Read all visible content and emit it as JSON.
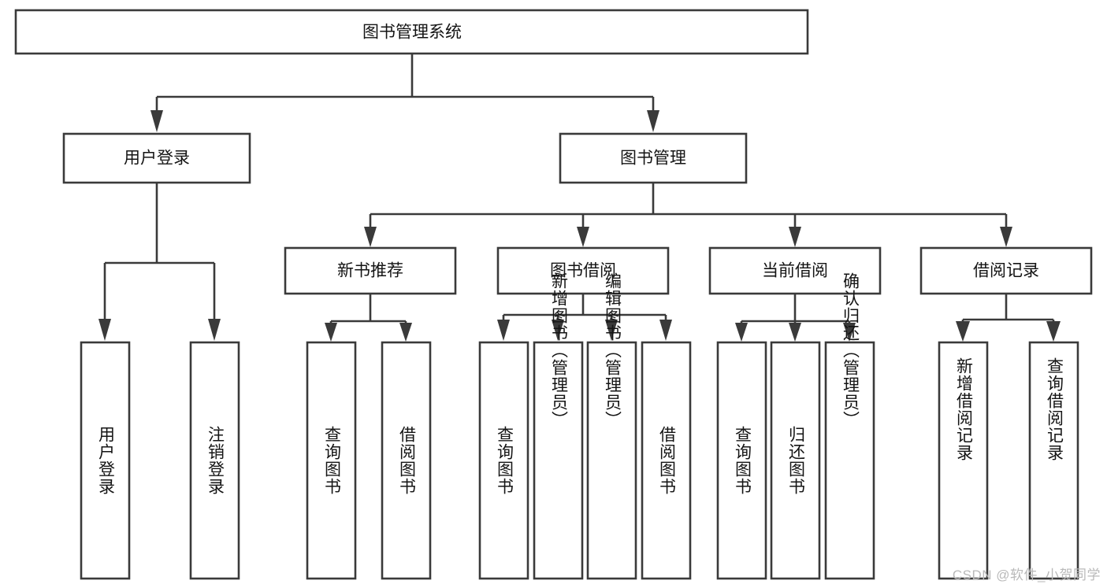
{
  "diagram": {
    "title": "图书管理系统",
    "type": "tree-hierarchy-flowchart",
    "root": {
      "id": "root",
      "label": "图书管理系统"
    },
    "level2": [
      {
        "id": "user-login",
        "label": "用户登录"
      },
      {
        "id": "book-management",
        "label": "图书管理"
      }
    ],
    "level3": [
      {
        "id": "new-book-recommend",
        "label": "新书推荐",
        "parent": "book-management"
      },
      {
        "id": "book-borrow",
        "label": "图书借阅",
        "parent": "book-management"
      },
      {
        "id": "current-borrow",
        "label": "当前借阅",
        "parent": "book-management"
      },
      {
        "id": "borrow-record",
        "label": "借阅记录",
        "parent": "book-management"
      }
    ],
    "leaves": {
      "user-login": [
        {
          "id": "leaf-user-login",
          "label": "用户登录"
        },
        {
          "id": "leaf-user-logout",
          "label": "注销登录"
        }
      ],
      "new-book-recommend": [
        {
          "id": "leaf-query-book-1",
          "label": "查询图书"
        },
        {
          "id": "leaf-borrow-book-1",
          "label": "借阅图书"
        }
      ],
      "book-borrow": [
        {
          "id": "leaf-query-book-2",
          "label": "查询图书"
        },
        {
          "id": "leaf-add-book",
          "label": "新增图书（管理员）"
        },
        {
          "id": "leaf-edit-book",
          "label": "编辑图书（管理员）"
        },
        {
          "id": "leaf-borrow-book-2",
          "label": "借阅图书"
        }
      ],
      "current-borrow": [
        {
          "id": "leaf-query-book-3",
          "label": "查询图书"
        },
        {
          "id": "leaf-return-book",
          "label": "归还图书"
        },
        {
          "id": "leaf-confirm-return",
          "label": "确认归还（管理员）"
        }
      ],
      "borrow-record": [
        {
          "id": "leaf-add-record",
          "label": "新增借阅记录"
        },
        {
          "id": "leaf-query-record",
          "label": "查询借阅记录"
        }
      ]
    }
  },
  "watermark": {
    "text": "CSDN @软件_小贺同学"
  },
  "colors": {
    "stroke": "#3a3a3a",
    "box_fill": "#ffffff",
    "text": "#141414",
    "background": "#ffffff",
    "watermark": "#b9b9b9"
  }
}
